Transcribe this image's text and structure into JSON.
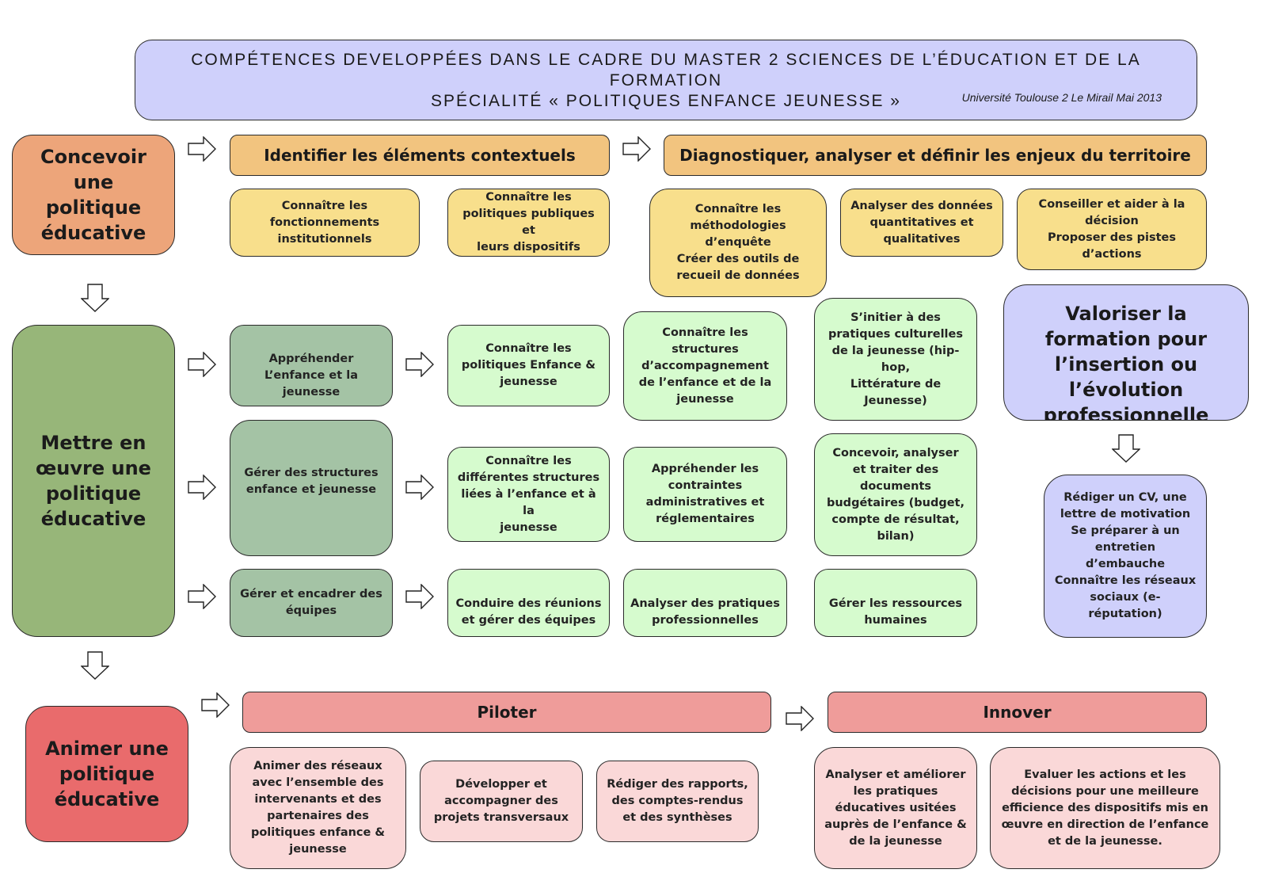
{
  "header": {
    "line1": "COMPÉTENCES DEVELOPPÉES DANS LE CADRE DU MASTER 2 SCIENCES DE L’ÉDUCATION ET DE LA FORMATION",
    "line2": "SPÉCIALITÉ « POLITIQUES ENFANCE JEUNESSE »",
    "university": "Université Toulouse 2 Le Mirail  Mai 2013"
  },
  "left": {
    "concevoir": "Concevoir une politique éducative",
    "mettre": "Mettre en œuvre une politique éducative",
    "animer": "Animer une politique éducative"
  },
  "concevoir": {
    "identifier": "Identifier les éléments contextuels",
    "diagnostiquer": "Diagnostiquer, analyser et définir les enjeux du territoire",
    "items": [
      "Connaître les\nfonctionnements\ninstitutionnels",
      "Connaître les\npolitiques publiques et\nleurs dispositifs",
      "Connaître les\nméthodologies\nd’enquête\nCréer des outils de\nrecueil de données",
      "Analyser des données\nquantitatives et\nqualitatives",
      "Conseiller et aider à la\ndécision\nProposer des  pistes\nd’actions"
    ]
  },
  "mettre": {
    "row1": {
      "head": "Appréhender\nL’enfance et la\njeunesse",
      "items": [
        "Connaître les\npolitiques Enfance &\njeunesse",
        "Connaître les\nstructures\nd’accompagnement\nde l’enfance et de la\njeunesse",
        "S’initier à des\npratiques culturelles\nde la jeunesse (hip-\nhop,\nLittérature de\nJeunesse)"
      ]
    },
    "row2": {
      "head": "Gérer des structures\nenfance et jeunesse",
      "items": [
        "Connaître les\ndifférentes structures\nliées à l’enfance et à la\njeunesse",
        "Appréhender les\ncontraintes\nadministratives et\nréglementaires",
        "Concevoir, analyser\net traiter des\ndocuments\nbudgétaires (budget,\ncompte de résultat,\nbilan)"
      ]
    },
    "row3": {
      "head": "Gérer et encadrer des\néquipes",
      "items": [
        "Conduire des réunions\net gérer des équipes",
        "Analyser des pratiques\nprofessionnelles",
        "Gérer les ressources\nhumaines"
      ]
    }
  },
  "animer": {
    "piloter": "Piloter",
    "innover": "Innover",
    "piloter_items": [
      "Animer des réseaux\navec l’ensemble des\nintervenants et des\npartenaires des\npolitiques enfance &\njeunesse",
      "Développer et\naccompagner des\nprojets transversaux",
      "Rédiger des rapports,\ndes comptes-rendus\net des synthèses"
    ],
    "innover_items": [
      "Analyser et améliorer\nles pratiques\néducatives usitées\nauprès de l’enfance &\nde la jeunesse",
      "Evaluer les actions et les\ndécisions pour une meilleure\nefficience  des dispositifs mis en\nœuvre en direction de l’enfance\net de la jeunesse."
    ]
  },
  "valoriser": {
    "title": "Valoriser la formation pour l’insertion ou l’évolution professionnelle",
    "item": "Rédiger un CV, une\nlettre de motivation\nSe préparer à un\nentretien\nd’embauche\nConnaître les réseaux\nsociaux (e-\nréputation)"
  },
  "colors": {
    "header": "#cfd0fb",
    "orange": "#eda57a",
    "green": "#97b679",
    "red": "#e96b6c",
    "lavender": "#cfd0fb"
  },
  "icons": [
    "arrow-right-icon",
    "arrow-down-icon"
  ]
}
